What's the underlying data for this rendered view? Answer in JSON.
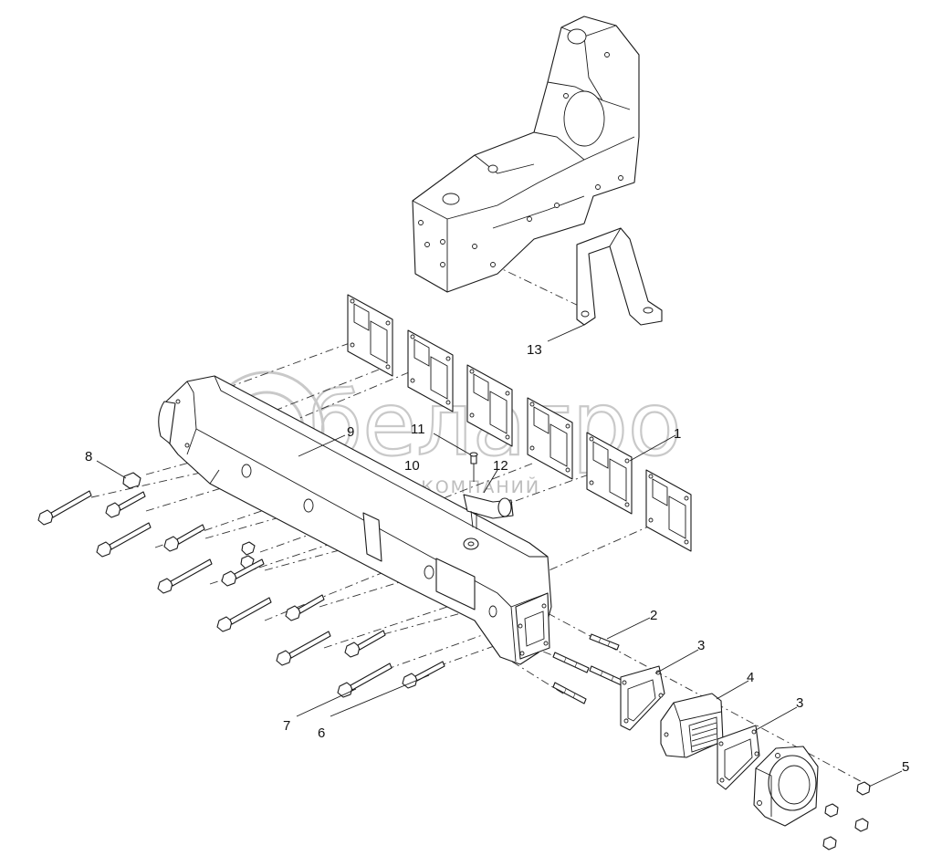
{
  "watermark": {
    "brand": "белагро",
    "tagline": "ГРУППА КОМПАНИЙ"
  },
  "callouts": [
    {
      "id": "1",
      "text": "1"
    },
    {
      "id": "2",
      "text": "2"
    },
    {
      "id": "3a",
      "text": "3"
    },
    {
      "id": "3b",
      "text": "3"
    },
    {
      "id": "4",
      "text": "4"
    },
    {
      "id": "5",
      "text": "5"
    },
    {
      "id": "6",
      "text": "6"
    },
    {
      "id": "7",
      "text": "7"
    },
    {
      "id": "8",
      "text": "8"
    },
    {
      "id": "9",
      "text": "9"
    },
    {
      "id": "10",
      "text": "10"
    },
    {
      "id": "11",
      "text": "11"
    },
    {
      "id": "12",
      "text": "12"
    },
    {
      "id": "13",
      "text": "13"
    }
  ]
}
